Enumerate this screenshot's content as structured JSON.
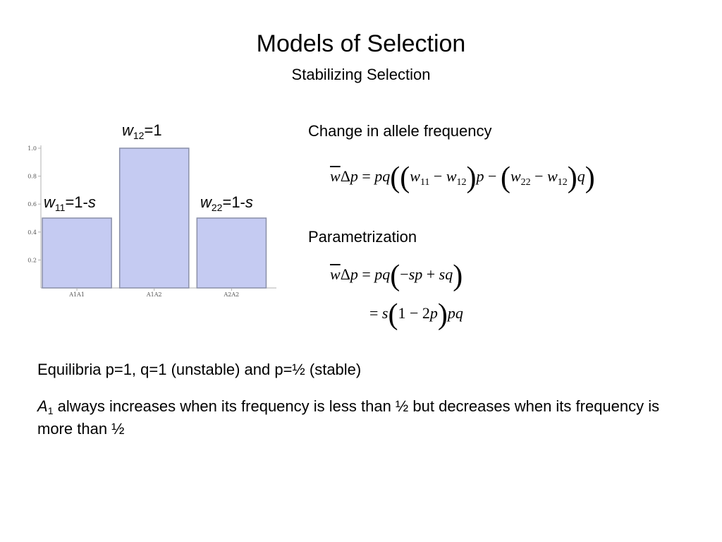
{
  "title": "Models of Selection",
  "subtitle": "Stabilizing Selection",
  "bar_labels": {
    "w11": {
      "var": "w",
      "sub": "11",
      "rest": "=1-",
      "s": "s"
    },
    "w12": {
      "var": "w",
      "sub": "12",
      "rest": "=1"
    },
    "w22": {
      "var": "w",
      "sub": "22",
      "rest": "=1-",
      "s": "s"
    }
  },
  "change_label": "Change in allele frequency",
  "parametrization_label": "Parametrization",
  "equations": {
    "eq1": {
      "w": "w",
      "delta": "Δ",
      "p": "p",
      "eq": "=",
      "pq": "pq",
      "w11": "w",
      "sub11": "11",
      "minus1": "−",
      "w12a": "w",
      "sub12a": "12",
      "p2": "p",
      "minus2": "−",
      "w22": "w",
      "sub22": "22",
      "minus3": "−",
      "w12b": "w",
      "sub12b": "12",
      "q": "q"
    },
    "eq2": {
      "w": "w",
      "delta": "Δ",
      "p": "p",
      "eq": "=",
      "pq": "pq",
      "minus": "−",
      "sp": "sp",
      "plus": "+",
      "sq": "sq"
    },
    "eq3": {
      "eq": "=",
      "s": "s",
      "one": "1",
      "minus": "−",
      "two": "2",
      "p": "p",
      "pq": "pq"
    }
  },
  "body": {
    "equilibria": "Equilibria p=1, q=1 (unstable) and p=½ (stable)",
    "a1_var": "A",
    "a1_sub": "1",
    "a1_text": " always increases when its frequency is less than ½ but decreases when its frequency is more than ½"
  },
  "chart_data": {
    "type": "bar",
    "categories": [
      "A1A1",
      "A1A2",
      "A2A2"
    ],
    "values": [
      0.5,
      1.0,
      0.5
    ],
    "yticks": [
      "0.2",
      "0.4",
      "0.6",
      "0.8",
      "1.0"
    ],
    "ylim": [
      0,
      1.0
    ],
    "bar_color": "#c5cbf2",
    "bar_stroke": "#8a8fa8"
  }
}
